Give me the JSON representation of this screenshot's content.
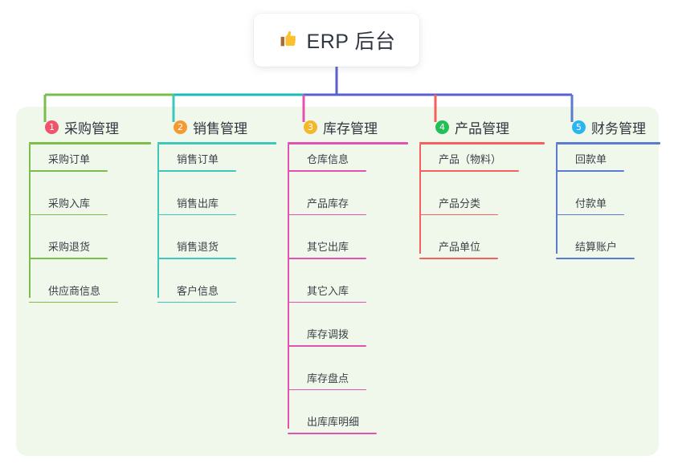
{
  "diagram": {
    "type": "mind-map",
    "title": "ERP 后台",
    "root": {
      "label": "ERP 后台",
      "icon": "thumbs-up-icon",
      "box_color": "#ffffff",
      "text_color": "#2f3640"
    },
    "panel_color": "#eff8ea",
    "trunk_color": "#5a5fd0",
    "bus_segments": [
      {
        "from": "采购管理",
        "to": "销售管理",
        "color": "#7dbd4c"
      },
      {
        "from": "销售管理",
        "to": "库存管理",
        "color": "#17bdb4"
      },
      {
        "from": "库存管理",
        "to": "财务管理",
        "color": "#5a5fd0"
      }
    ],
    "branches": [
      {
        "index": "1",
        "label": "采购管理",
        "badge_color": "#f0546a",
        "line_color": "#7dbd4c",
        "children": [
          {
            "label": "采购订单"
          },
          {
            "label": "采购入库"
          },
          {
            "label": "采购退货"
          },
          {
            "label": "供应商信息"
          }
        ]
      },
      {
        "index": "2",
        "label": "销售管理",
        "badge_color": "#f59a32",
        "line_color": "#3fc6bd",
        "children": [
          {
            "label": "销售订单"
          },
          {
            "label": "销售出库"
          },
          {
            "label": "销售退货"
          },
          {
            "label": "客户信息"
          }
        ]
      },
      {
        "index": "3",
        "label": "库存管理",
        "badge_color": "#f5b72a",
        "line_color": "#e452b0",
        "children": [
          {
            "label": "仓库信息"
          },
          {
            "label": "产品库存"
          },
          {
            "label": "其它出库"
          },
          {
            "label": "其它入库"
          },
          {
            "label": "库存调拨"
          },
          {
            "label": "库存盘点"
          },
          {
            "label": "出库库明细"
          }
        ]
      },
      {
        "index": "4",
        "label": "产品管理",
        "badge_color": "#21bf55",
        "line_color": "#f4605e",
        "children": [
          {
            "label": "产品（物料）"
          },
          {
            "label": "产品分类"
          },
          {
            "label": "产品单位"
          }
        ]
      },
      {
        "index": "5",
        "label": "财务管理",
        "badge_color": "#29b6f0",
        "line_color": "#5b7bd0",
        "children": [
          {
            "label": "回款单"
          },
          {
            "label": "付款单"
          },
          {
            "label": "结算账户"
          }
        ]
      }
    ]
  }
}
